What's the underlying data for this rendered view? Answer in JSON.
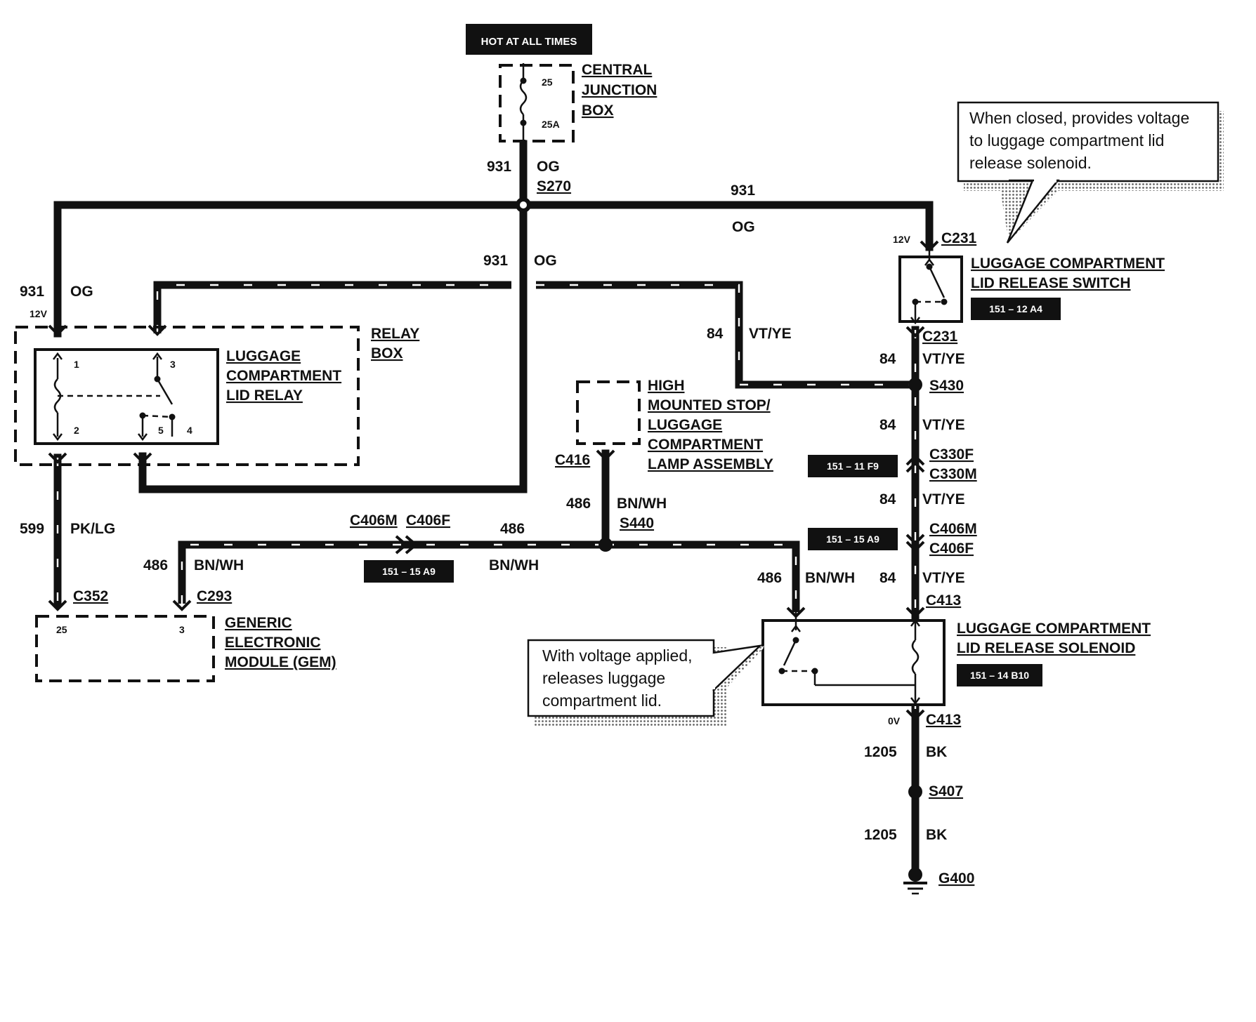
{
  "power": {
    "hot_at_all_times": "HOT AT ALL TIMES",
    "central_junction_box": [
      "CENTRAL",
      "JUNCTION",
      "BOX"
    ],
    "fuse_number": "25",
    "fuse_rating": "25A"
  },
  "splices": {
    "s270": "S270",
    "s430": "S430",
    "s440": "S440",
    "s407": "S407",
    "g400": "G400"
  },
  "wires": {
    "w931": "931",
    "og": "OG",
    "w84": "84",
    "vtye": "VT/YE",
    "w486": "486",
    "bnwh": "BN/WH",
    "w599": "599",
    "pklg": "PK/LG",
    "w1205": "1205",
    "bk": "BK"
  },
  "voltages": {
    "v12": "12V",
    "v0": "0V"
  },
  "connectors": {
    "c231": "C231",
    "c330f": "C330F",
    "c330m": "C330M",
    "c406m": "C406M",
    "c406f": "C406F",
    "c413": "C413",
    "c416": "C416",
    "c352": "C352",
    "c293": "C293"
  },
  "components": {
    "relay_box": [
      "RELAY",
      "BOX"
    ],
    "relay": [
      "LUGGAGE",
      "COMPARTMENT",
      "LID RELAY"
    ],
    "relay_pins": [
      "1",
      "3",
      "2",
      "5",
      "4"
    ],
    "switch": [
      "LUGGAGE COMPARTMENT",
      "LID RELEASE SWITCH"
    ],
    "solenoid": [
      "LUGGAGE COMPARTMENT",
      "LID RELEASE SOLENOID"
    ],
    "lamp": [
      "HIGH",
      "MOUNTED STOP/",
      "LUGGAGE",
      "COMPARTMENT",
      "LAMP ASSEMBLY"
    ],
    "gem": [
      "GENERIC",
      "ELECTRONIC",
      "MODULE (GEM)"
    ],
    "gem_pins": [
      "25",
      "3"
    ]
  },
  "refs": {
    "switch_ref": "151 – 12 A4",
    "c330_ref": "151 – 11 F9",
    "c406_right_ref": "151 – 15 A9",
    "c406_left_ref": "151 – 15 A9",
    "solenoid_ref": "151 – 14 B10"
  },
  "notes": {
    "switch_note": [
      "When closed, provides voltage",
      "to luggage compartment lid",
      "release solenoid."
    ],
    "solenoid_note": [
      "With voltage applied,",
      "releases luggage",
      "compartment lid."
    ]
  }
}
